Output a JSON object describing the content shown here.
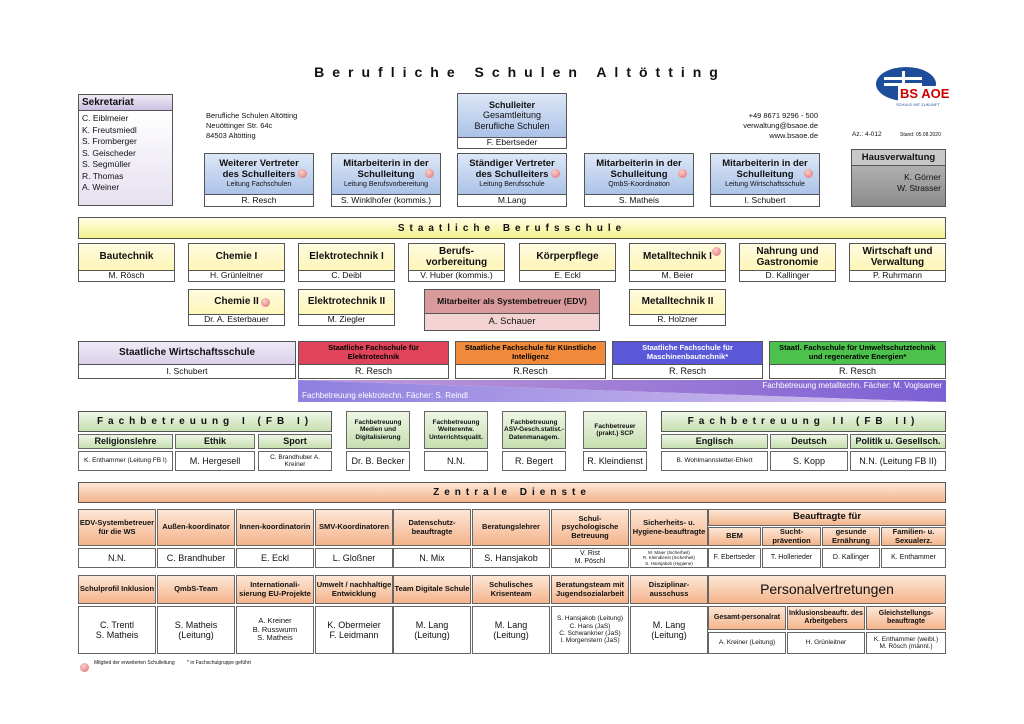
{
  "title": "Berufliche Schulen Altötting",
  "logo": {
    "text": "BS AOE",
    "tagline": "SCHULE MIT ZUKUNFT"
  },
  "address": [
    "Berufliche Schulen Altötting",
    "Neuöttinger Str. 64c",
    "84503 Altötting"
  ],
  "contact": [
    "+49 8671 9296 - 500",
    "verwaltung@bsaoe.de",
    "www.bsaoe.de"
  ],
  "az": "Az.: 4-012",
  "stand": "Stand: 05.08.2020",
  "sekretariat": {
    "title": "Sekretariat",
    "names": [
      "C. Eiblmeier",
      "K. Freutsmiedl",
      "S. Fromberger",
      "S. Geischeder",
      "S. Segmüller",
      "R. Thomas",
      "A. Weiner"
    ]
  },
  "schulleiter": {
    "l1": "Schulleiter",
    "l2": "Gesamtleitung",
    "l3": "Berufliche Schulen",
    "name": "F. Ebertseder"
  },
  "hausverwaltung": {
    "title": "Hausverwaltung",
    "n1": "K. Görner",
    "n2": "W. Strasser"
  },
  "vertreter": [
    {
      "t1": "Weiterer Vertreter",
      "t2": "des Schulleiters",
      "sub": "Leitung Fachschulen",
      "name": "R. Resch"
    },
    {
      "t1": "Mitarbeiterin in der",
      "t2": "Schulleitung",
      "sub": "Leitung Berufsvorbereitung",
      "name": "S. Winklhofer (kommis.)"
    },
    {
      "t1": "Ständiger Vertreter",
      "t2": "des Schulleiters",
      "sub": "Leitung Berufsschule",
      "name": "M.Lang"
    },
    {
      "t1": "Mitarbeiterin in der",
      "t2": "Schulleitung",
      "sub": "QmbS-Koordination",
      "name": "S. Matheis"
    },
    {
      "t1": "Mitarbeiterin in der",
      "t2": "Schulleitung",
      "sub": "Leitung Wirtschaftsschule",
      "name": "I. Schubert"
    }
  ],
  "berufsschule": {
    "title": "Staatliche Berufsschule",
    "row1": [
      {
        "t": "Bautechnik",
        "n": "M. Rösch"
      },
      {
        "t": "Chemie I",
        "n": "H. Grünleitner"
      },
      {
        "t": "Elektrotechnik I",
        "n": "C. Deibl"
      },
      {
        "t": "Berufs- vorbereitung",
        "n": "V. Huber (kommis.)"
      },
      {
        "t": "Körperpflege",
        "n": "E. Eckl"
      },
      {
        "t": "Metalltechnik I",
        "n": "M. Beier"
      },
      {
        "t": "Nahrung und Gastronomie",
        "n": "D. Kallinger"
      },
      {
        "t": "Wirtschaft und Verwaltung",
        "n": "P. Ruhrmann"
      }
    ],
    "row2": [
      {
        "t": "Chemie II",
        "n": "Dr. A. Esterbauer"
      },
      {
        "t": "Elektrotechnik II",
        "n": "M. Ziegler"
      },
      {
        "t": "Metalltechnik II",
        "n": "R. Holzner"
      }
    ],
    "edv": {
      "t": "Mitarbeiter als Systembetreuer (EDV)",
      "n": "A. Schauer"
    }
  },
  "wirtschaftsschule": {
    "t": "Staatliche Wirtschaftsschule",
    "n": "I. Schubert"
  },
  "fachschulen": [
    {
      "t": "Staatliche Fachschule für Elektrotechnik",
      "n": "R. Resch",
      "c": "#e0445a"
    },
    {
      "t": "Staatliche Fachschule für Künstliche Intelligenz",
      "n": "R.Resch",
      "c": "#f08a3a"
    },
    {
      "t": "Staatliche Fachschule für Maschinenbautechnik*",
      "n": "R. Resch",
      "c": "#5a58d8"
    },
    {
      "t": "Staatl. Fachschule für Umweltschutztechnik und regenerative Energien*",
      "n": "R. Resch",
      "c": "#4cc24c"
    }
  ],
  "fachbetreuung_text": {
    "metall": "Fachbetreuung metalltechn. Fächer: M. Voglsamer",
    "elektro": "Fachbetreuung elektrotechn. Fächer: S. Reindl"
  },
  "fb1": {
    "title": "Fachbetreuung I (FB I)",
    "items": [
      {
        "t": "Religionslehre",
        "n": "K. Enthammer (Leitung FB I)"
      },
      {
        "t": "Ethik",
        "n": "M. Hergesell"
      },
      {
        "t": "Sport",
        "n": "C. Brandhuber A. Kreiner"
      }
    ]
  },
  "fb_mid": [
    {
      "t": "Fachbetreuung Medien und Digitalisierung",
      "n": "Dr. B. Becker"
    },
    {
      "t": "Fachbetreuung Weiterentw. Unterrichtsqualit.",
      "n": "N.N."
    },
    {
      "t": "Fachbetreuung ASV-Gesch.statist.-Datenmanagem.",
      "n": "R. Begert"
    },
    {
      "t": "Fachbetreuer (prakt.) SCP",
      "n": "R. Kleindienst"
    }
  ],
  "fb2": {
    "title": "Fachbetreuung II (FB II)",
    "items": [
      {
        "t": "Englisch",
        "n": "B. Wohlmannstetter-Ehlert"
      },
      {
        "t": "Deutsch",
        "n": "S. Kopp"
      },
      {
        "t": "Politik u. Gesellsch.",
        "n": "N.N. (Leitung FB II)"
      }
    ]
  },
  "zentrale": {
    "title": "Zentrale Dienste",
    "row1": [
      {
        "t": "EDV-Systembetreuer für die WS",
        "n": "N.N."
      },
      {
        "t": "Außen-koordinator",
        "n": "C. Brandhuber"
      },
      {
        "t": "Innen-koordinatorin",
        "n": "E. Eckl"
      },
      {
        "t": "SMV-Koordinatoren",
        "n": "L. Gloßner"
      },
      {
        "t": "Datenschutz-beauftragte",
        "n": "N. Mix"
      },
      {
        "t": "Beratungslehrer",
        "n": "S. Hansjakob"
      },
      {
        "t": "Schul-psychologische Betreuung",
        "n": "V. Rist\nM. Pöschl"
      },
      {
        "t": "Sicherheits- u. Hygiene-beauftragte",
        "n": "M. Maier (Sicherheit)\nR. Kleindienst (Sicherheit)\nS. Hansjakob (Hygiene)"
      }
    ],
    "beauftragte": {
      "title": "Beauftragte für",
      "items": [
        {
          "t": "BEM",
          "n": "F. Ebertseder"
        },
        {
          "t": "Sucht-prävention",
          "n": "T. Hollerieder"
        },
        {
          "t": "gesunde Ernährung",
          "n": "D. Kallinger"
        },
        {
          "t": "Familien- u. Sexualerz.",
          "n": "K. Enthammer"
        }
      ]
    },
    "row2": [
      {
        "t": "Schulprofil Inklusion",
        "n": "C. Trentl\nS. Matheis"
      },
      {
        "t": "QmbS-Team",
        "n": "S. Matheis\n(Leitung)"
      },
      {
        "t": "Internationali-sierung EU-Projekte",
        "n": "A. Kreiner\nB. Russwurm\nS. Matheis"
      },
      {
        "t": "Umwelt / nachhaltige Entwicklung",
        "n": "K. Obermeier\nF. Leidmann"
      },
      {
        "t": "Team Digitale Schule",
        "n": "M. Lang\n(Leitung)"
      },
      {
        "t": "Schulisches Krisenteam",
        "n": "M. Lang\n(Leitung)"
      },
      {
        "t": "Beratungsteam mit Jugendsozialarbeit",
        "n": "S. Hansjakob (Leitung)\nC. Hans (JaS)\nC. Schwankner (JaS)\nI. Morgenstern (JaS)"
      },
      {
        "t": "Disziplinar-ausschuss",
        "n": "M. Lang\n(Leitung)"
      }
    ],
    "personal": {
      "title": "Personalvertretungen",
      "items": [
        {
          "t": "Gesamt-personalrat",
          "n": "A. Kreiner (Leitung)"
        },
        {
          "t": "Inklusionsbeauftr. des Arbeitgebers",
          "n": "H. Grünleitner"
        },
        {
          "t": "Gleichstellungs-beauftragte",
          "n": "K. Enthammer (weibl.)\nM. Rösch (männl.)"
        }
      ]
    }
  },
  "legend": {
    "dot": "Mitglied der erweiterten Schulleitung",
    "star": "* in Fachschulgruppe geführt"
  },
  "colors": {
    "blue": "#9db8e4",
    "yellow": "#fdf3a6",
    "green": "#c6dfb0",
    "orange": "#f4b48c",
    "lilac": "#cdbfe2",
    "gray": "#8c8c8c"
  }
}
